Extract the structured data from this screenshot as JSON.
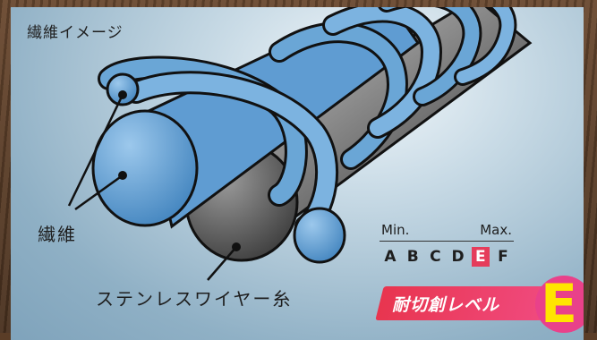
{
  "illustration": {
    "title": "繊維イメージ",
    "fiber_label": "繊維",
    "wire_label": "ステンレスワイヤー糸"
  },
  "scale": {
    "min_label": "Min.",
    "max_label": "Max.",
    "levels": [
      "A",
      "B",
      "C",
      "D",
      "E",
      "F"
    ],
    "active_level": "E"
  },
  "badge": {
    "text": "耐切創レベル",
    "level": "E"
  },
  "colors": {
    "fiber_blue": "#6aa6d6",
    "wire_grey": "#7a7a7a",
    "level_pink": "#e53c5b",
    "badge_yellow": "#ffe600"
  }
}
